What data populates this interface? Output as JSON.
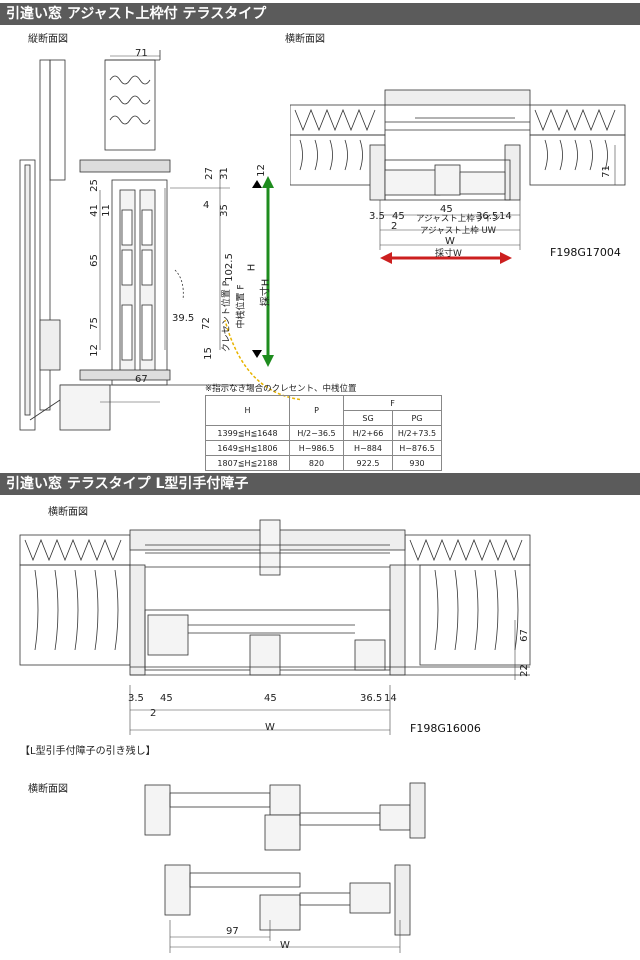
{
  "section1": {
    "title": "引違い窓 アジャスト上枠付 テラスタイプ",
    "vertical_label": "縦断面図",
    "horizontal_label": "横断面図",
    "code": "F198G17004",
    "dims_v": {
      "d71": "71",
      "d12": "12",
      "d27": "27",
      "d31": "31",
      "d25": "25",
      "d41": "41",
      "d11": "11",
      "d4": "4",
      "d35": "35",
      "d65": "65",
      "d1025": "102.5",
      "d395": "39.5",
      "d75": "75",
      "d72": "72",
      "d12b": "12",
      "d15": "15",
      "d67": "67"
    },
    "v_labels": {
      "H": "H",
      "saisun_H": "採寸H",
      "chuusan_F": "中桟位置 F",
      "crescent_P": "クレセント位置 P"
    },
    "dims_h": {
      "d45a": "45",
      "d35": "3.5",
      "d2": "2",
      "d45b": "45",
      "d365": "36.5",
      "d14": "14",
      "d71": "71",
      "adjust_line": "アジャスト上枠ライン",
      "adjust_uw": "アジャスト上枠 UW",
      "W": "W",
      "saisun_W": "採寸W"
    }
  },
  "table": {
    "note": "※指示なき場合のクレセント、中桟位置",
    "headers": {
      "H": "H",
      "P": "P",
      "F": "F",
      "SG": "SG",
      "PG": "PG"
    },
    "rows": [
      {
        "H": "1399≦H≦1648",
        "P": "H/2−36.5",
        "SG": "H/2+66",
        "PG": "H/2+73.5"
      },
      {
        "H": "1649≦H≦1806",
        "P": "H−986.5",
        "SG": "H−884",
        "PG": "H−876.5"
      },
      {
        "H": "1807≦H≦2188",
        "P": "820",
        "SG": "922.5",
        "PG": "930"
      }
    ]
  },
  "section2": {
    "title": "引違い窓 テラスタイプ L型引手付障子",
    "horizontal_label": "横断面図",
    "code": "F198G16006",
    "dims": {
      "d35": "3.5",
      "d45a": "45",
      "d2": "2",
      "d45b": "45",
      "d365": "36.5",
      "d14": "14",
      "d67": "67",
      "d22": "22",
      "W": "W"
    }
  },
  "section3": {
    "subtitle": "【L型引手付障子の引き残し】",
    "horizontal_label": "横断面図",
    "dims": {
      "d97": "97",
      "W": "W"
    }
  },
  "colors": {
    "bar": "#5b5b5b",
    "green_arrow": "#1e8c1e",
    "red_arrow": "#cc1f1f",
    "yellow_arrow": "#e8b400"
  }
}
